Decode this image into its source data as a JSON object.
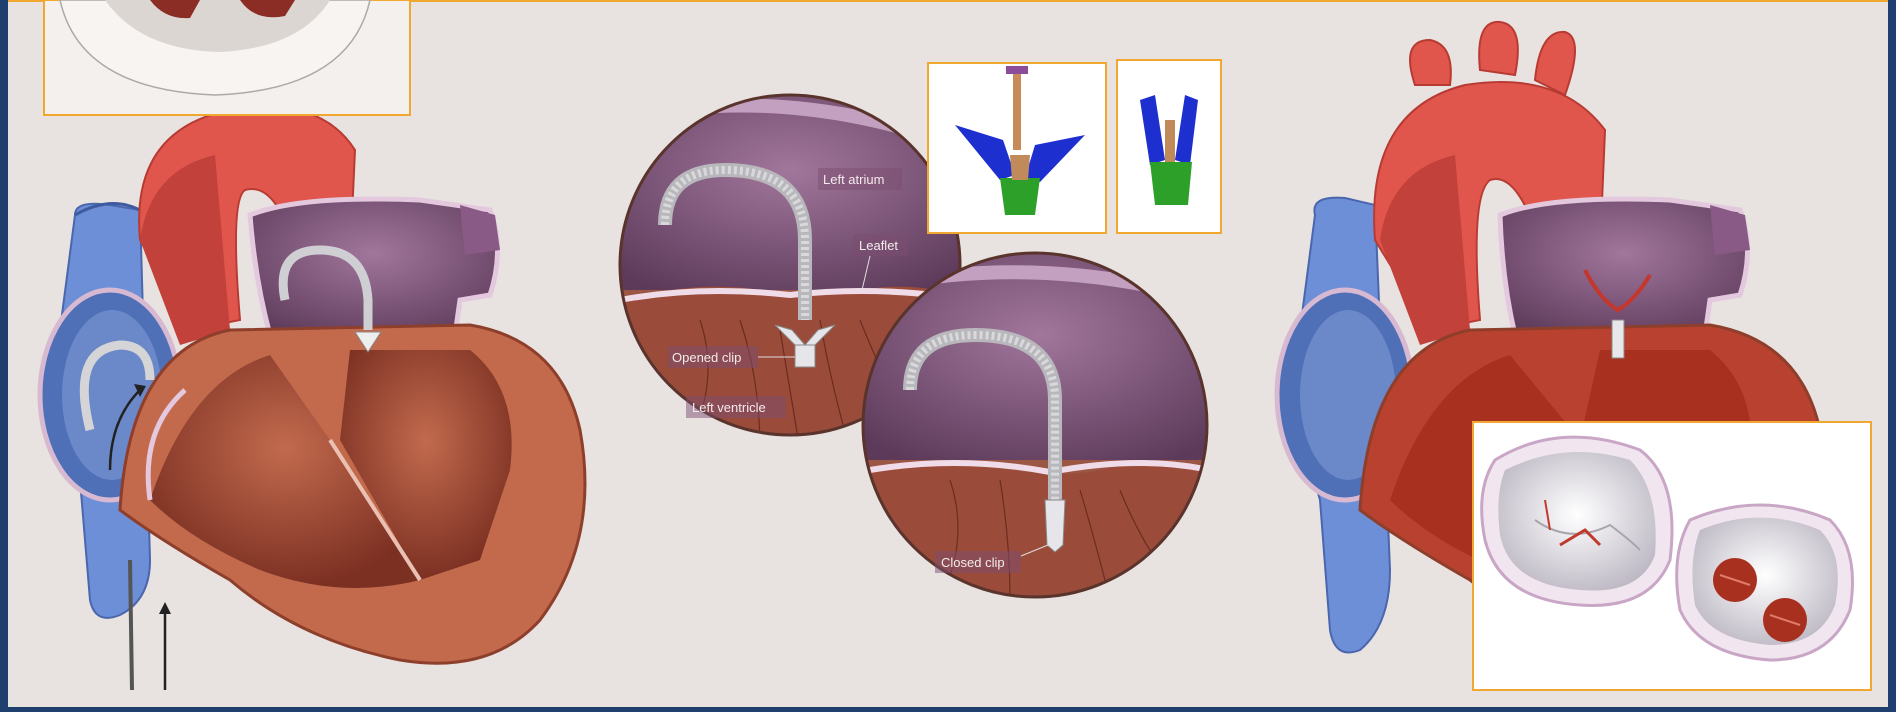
{
  "labels": {
    "left_atrium": "Left atrium",
    "leaflet": "Leaflet",
    "opened_clip": "Opened clip",
    "left_ventricle": "Left ventricle",
    "closed_clip": "Closed clip"
  },
  "colors": {
    "page_border": "#1f3f6e",
    "panel_bg": "#e8e3e1",
    "frame_orange": "#f0a830",
    "vein_blue": "#5a7bc8",
    "artery_red": "#e0564c",
    "muscle_brown": "#9b4a36",
    "atrium_purple": "#8a5a86"
  }
}
